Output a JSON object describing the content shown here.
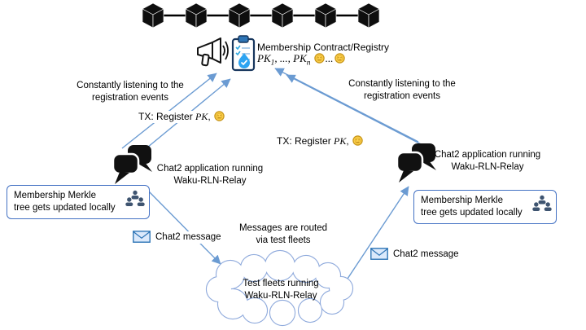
{
  "colors": {
    "arrow-color": "#6b9bd2",
    "box-border-color": "#4472c4",
    "cloud-stroke-color": "#8faadc",
    "coin-color": "#ffd34d"
  },
  "blockchain": {
    "cube_count": 6
  },
  "contract": {
    "title": "Membership Contract/Registry",
    "pk": "PK",
    "sub_first": "1",
    "separator": ", ..., ",
    "sub_last": "n",
    "coins_ellipsis": "...",
    "icons": [
      "megaphone-icon",
      "clipboard-checklist-icon",
      "coin-icon"
    ]
  },
  "left_node": {
    "listening_line1": "Constantly listening to the",
    "listening_line2": "registration events",
    "tx_prefix": "TX: Register ",
    "tx_pk": "PK",
    "tx_suffix": ",",
    "app_line1": "Chat2 application running",
    "app_line2": "Waku-RLN-Relay",
    "box_line1": "Membership Merkle",
    "box_line2": "tree gets updated locally",
    "message_label": "Chat2 message",
    "icons": [
      "chat-bubbles-icon",
      "people-tree-icon",
      "envelope-icon",
      "coin-icon"
    ]
  },
  "right_node": {
    "listening_line1": "Constantly listening to the",
    "listening_line2": "registration events",
    "tx_prefix": "TX: Register ",
    "tx_pk": "PK",
    "tx_suffix": ",",
    "app_line1": "Chat2 application running",
    "app_line2": "Waku-RLN-Relay",
    "box_line1": "Membership Merkle",
    "box_line2": "tree gets updated locally",
    "message_label": "Chat2 message",
    "icons": [
      "chat-bubbles-icon",
      "people-tree-icon",
      "envelope-icon",
      "coin-icon"
    ]
  },
  "routing": {
    "note_line1": "Messages are routed",
    "note_line2": "via test fleets",
    "cloud_line1": "Test fleets running",
    "cloud_line2": "Waku-RLN-Relay"
  }
}
